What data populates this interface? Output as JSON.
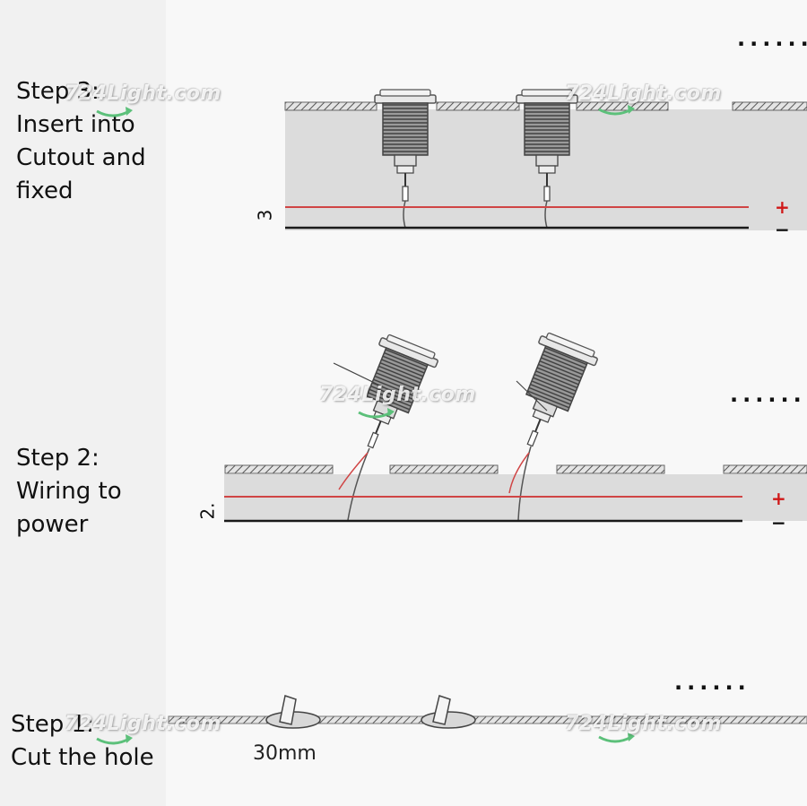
{
  "steps": {
    "step3": {
      "lines": [
        "Step 3:",
        "Insert into",
        "Cutout and",
        "fixed"
      ],
      "number": "3"
    },
    "step2": {
      "lines": [
        "Step 2:",
        "Wiring to",
        "power"
      ],
      "number": "2."
    },
    "step1": {
      "lines": [
        "Step 1:",
        "Cut the hole"
      ],
      "dimension": "30mm"
    }
  },
  "continuation": "......",
  "watermark": "724Light.com",
  "polarity": {
    "positive": "+",
    "negative": "−"
  },
  "colors": {
    "wire_positive": "#d04545",
    "wire_negative": "#1a1a1a",
    "polarity_positive": "#d01818",
    "arrow": "#5cc07a",
    "panel": "#c9c9c9",
    "light_body": "#8d8d8d"
  }
}
